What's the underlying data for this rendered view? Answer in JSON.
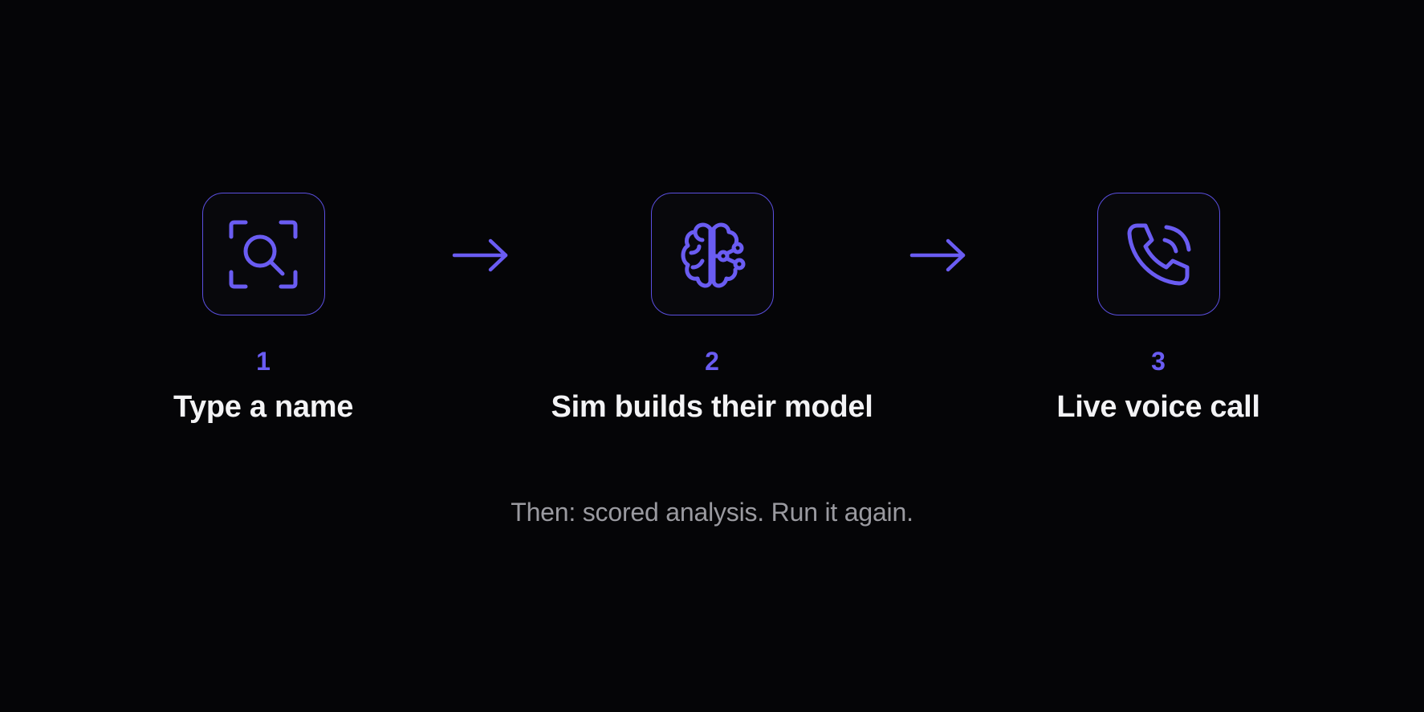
{
  "accent_color": "#6a5cf2",
  "background_color": "#050507",
  "steps": [
    {
      "number": "1",
      "label": "Type a name",
      "icon": "scan-search-icon"
    },
    {
      "number": "2",
      "label": "Sim builds their model",
      "icon": "brain-circuit-icon"
    },
    {
      "number": "3",
      "label": "Live voice call",
      "icon": "phone-call-icon"
    }
  ],
  "arrows": [
    "arrow-right-icon",
    "arrow-right-icon"
  ],
  "footnote": "Then: scored analysis. Run it again."
}
